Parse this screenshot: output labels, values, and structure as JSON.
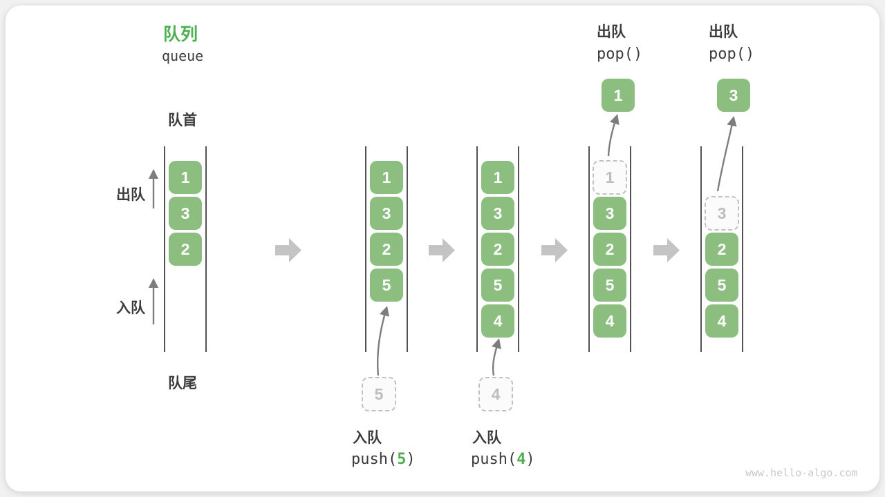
{
  "title": {
    "zh": "队列",
    "en": "queue"
  },
  "side_labels": {
    "front": "队首",
    "rear": "队尾",
    "dequeue": "出队",
    "enqueue": "入队"
  },
  "watermark": "www.hello-algo.com",
  "colors": {
    "green_box": "#8cbe80",
    "green_accent": "#4caf50",
    "ink": "#3c3c3c",
    "line": "#525252",
    "dash_border": "#c2c2c2",
    "dash_text": "#bdbdbd",
    "arrow_gray": "#c4c4c4",
    "thin_arrow": "#7d7d7d",
    "watermark": "#c9c9c9"
  },
  "columns": [
    {
      "state": "initial",
      "cells": [
        {
          "slot": 0,
          "value": "1",
          "variant": "solid"
        },
        {
          "slot": 1,
          "value": "3",
          "variant": "solid"
        },
        {
          "slot": 2,
          "value": "2",
          "variant": "solid"
        }
      ]
    },
    {
      "state": "after-push-5",
      "cells": [
        {
          "slot": 0,
          "value": "1",
          "variant": "solid"
        },
        {
          "slot": 1,
          "value": "3",
          "variant": "solid"
        },
        {
          "slot": 2,
          "value": "2",
          "variant": "solid"
        },
        {
          "slot": 3,
          "value": "5",
          "variant": "solid"
        }
      ],
      "pending": {
        "value": "5"
      },
      "bottom_label": {
        "zh": "入队",
        "code_prefix": "push(",
        "code_arg": "5",
        "code_suffix": ")"
      }
    },
    {
      "state": "after-push-4",
      "cells": [
        {
          "slot": 0,
          "value": "1",
          "variant": "solid"
        },
        {
          "slot": 1,
          "value": "3",
          "variant": "solid"
        },
        {
          "slot": 2,
          "value": "2",
          "variant": "solid"
        },
        {
          "slot": 3,
          "value": "5",
          "variant": "solid"
        },
        {
          "slot": 4,
          "value": "4",
          "variant": "solid"
        }
      ],
      "pending": {
        "value": "4"
      },
      "bottom_label": {
        "zh": "入队",
        "code_prefix": "push(",
        "code_arg": "4",
        "code_suffix": ")"
      }
    },
    {
      "state": "after-pop-1",
      "cells": [
        {
          "slot": 0,
          "value": "1",
          "variant": "dashed"
        },
        {
          "slot": 1,
          "value": "3",
          "variant": "solid"
        },
        {
          "slot": 2,
          "value": "2",
          "variant": "solid"
        },
        {
          "slot": 3,
          "value": "5",
          "variant": "solid"
        },
        {
          "slot": 4,
          "value": "4",
          "variant": "solid"
        }
      ],
      "flying": {
        "value": "1"
      },
      "top_label": {
        "zh": "出队",
        "code": "pop()"
      }
    },
    {
      "state": "after-pop-3",
      "cells": [
        {
          "slot": 1,
          "value": "3",
          "variant": "dashed"
        },
        {
          "slot": 2,
          "value": "2",
          "variant": "solid"
        },
        {
          "slot": 3,
          "value": "5",
          "variant": "solid"
        },
        {
          "slot": 4,
          "value": "4",
          "variant": "solid"
        }
      ],
      "flying": {
        "value": "3"
      },
      "top_label": {
        "zh": "出队",
        "code": "pop()"
      }
    }
  ]
}
